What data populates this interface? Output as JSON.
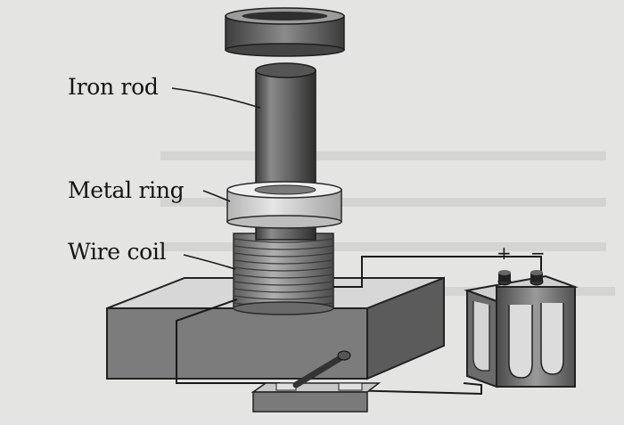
{
  "labels": {
    "iron_rod": "Iron rod",
    "metal_ring": "Metal ring",
    "wire_coil": "Wire coil"
  },
  "battery": {
    "plus": "+",
    "minus": "−"
  },
  "icons": {
    "switch": "knife-switch-icon",
    "battery": "battery-icon"
  }
}
